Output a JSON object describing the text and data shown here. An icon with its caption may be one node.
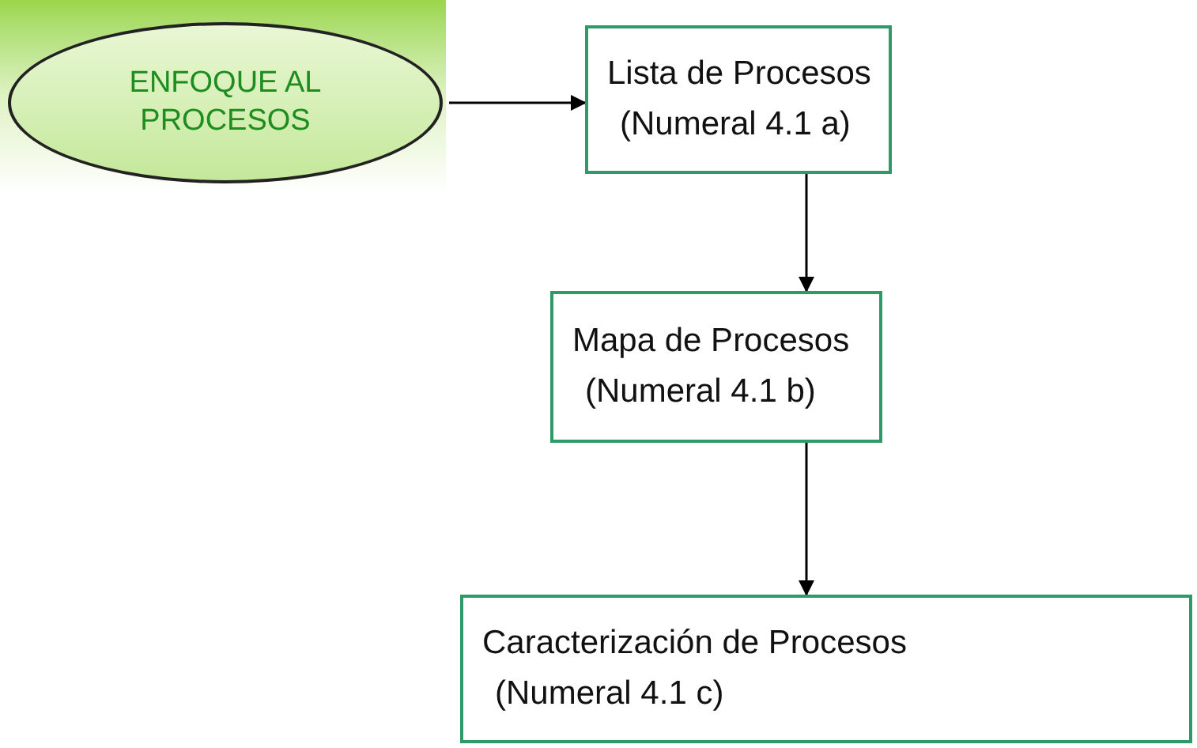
{
  "diagram": {
    "nodes": [
      {
        "text": [
          "ENFOQUE AL PROCESOS"
        ]
      },
      {
        "text": [
          "Lista de Procesos",
          "(Numeral 4.1 a)"
        ]
      },
      {
        "text": [
          "Mapa de Procesos",
          "(Numeral 4.1 b)"
        ]
      },
      {
        "text": [
          "Caracterización de Procesos",
          "(Numeral 4.1 c)"
        ]
      }
    ],
    "edges": [
      {
        "from": 0,
        "to": 1,
        "arrow": "to"
      },
      {
        "from": 1,
        "to": 2,
        "arrow": "to"
      },
      {
        "from": 2,
        "to": 3,
        "arrow": "to"
      }
    ]
  }
}
